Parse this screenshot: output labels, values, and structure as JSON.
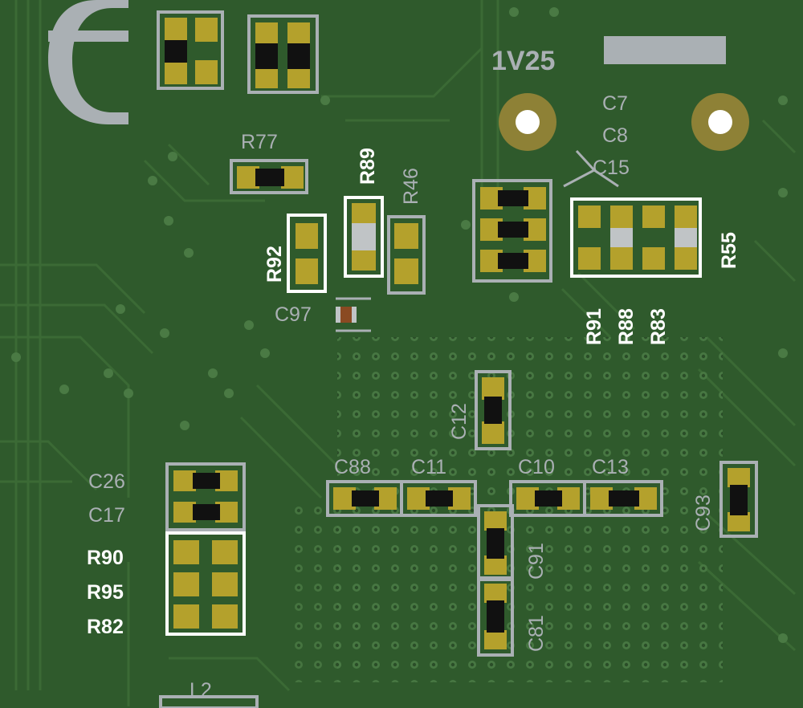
{
  "board": {
    "colors": {
      "substrate": "#2f5a2c",
      "trace": "#3d6b36",
      "silkscreen": "#aab0b4",
      "silkscreen_highlight": "#ffffff",
      "pad": "#b4a12c",
      "component_body": "#111111",
      "via_ring": "#4a7a44",
      "mounting_hole_ring": "#8e8136"
    },
    "net_label": "1V25",
    "capacitor_labels": {
      "c7": "C7",
      "c8": "C8",
      "c15": "C15",
      "c97": "C97",
      "c12": "C12",
      "c88": "C88",
      "c11": "C11",
      "c10": "C10",
      "c13": "C13",
      "c93": "C93",
      "c91": "C91",
      "c81": "C81",
      "c26": "C26",
      "c17": "C17"
    },
    "resistor_labels": {
      "r77": "R77",
      "r89": "R89",
      "r46": "R46",
      "r92": "R92",
      "r55": "R55",
      "r91": "R91",
      "r88": "R88",
      "r83": "R83",
      "r90": "R90",
      "r95": "R95",
      "r82": "R82"
    },
    "inductor_labels": {
      "l2": "L2"
    }
  }
}
